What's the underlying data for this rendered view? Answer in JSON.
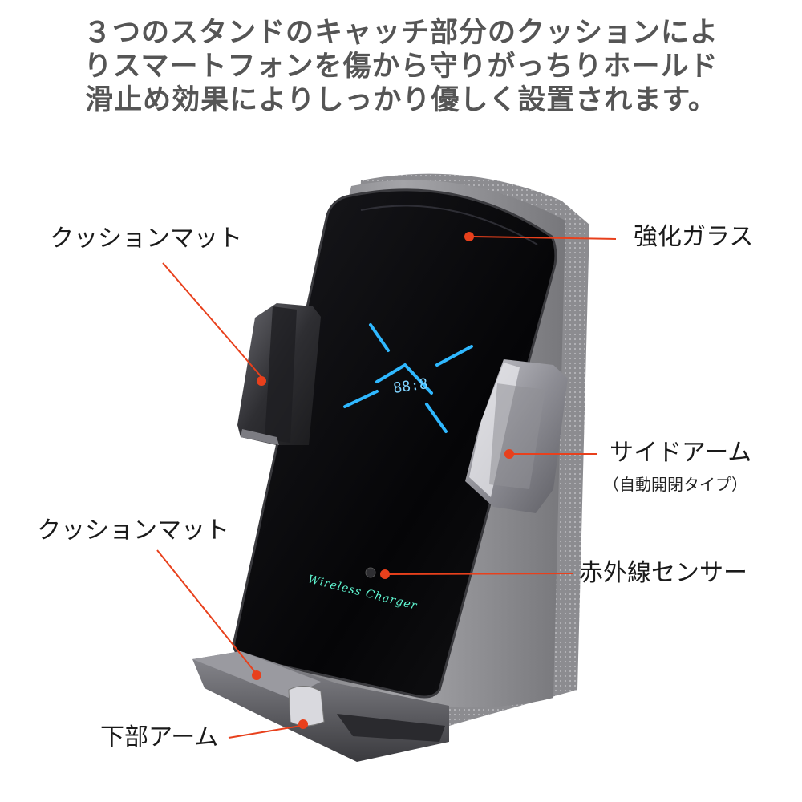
{
  "headline": {
    "line1": "３つのスタンドのキャッチ部分のクッションによ",
    "line2": "りスマートフォンを傷から守りがっちりホールド",
    "line3": "滑止め効果によりしっかり優しく設置されます。"
  },
  "labels": {
    "cushion_mat_top": "クッションマット",
    "tempered_glass": "強化ガラス",
    "side_arm": "サイドアーム",
    "side_arm_note": "（自動開閉タイプ）",
    "cushion_mat_bottom": "クッションマット",
    "ir_sensor": "赤外線センサー",
    "bottom_arm": "下部アーム"
  },
  "screen": {
    "display_digits": "88:8",
    "logo_text": "Wireless Charger"
  },
  "colors": {
    "callout": "#e8401c",
    "headline_text": "#555555",
    "glow": "#2fb8ff",
    "logo_glow": "#5ff5d0"
  }
}
